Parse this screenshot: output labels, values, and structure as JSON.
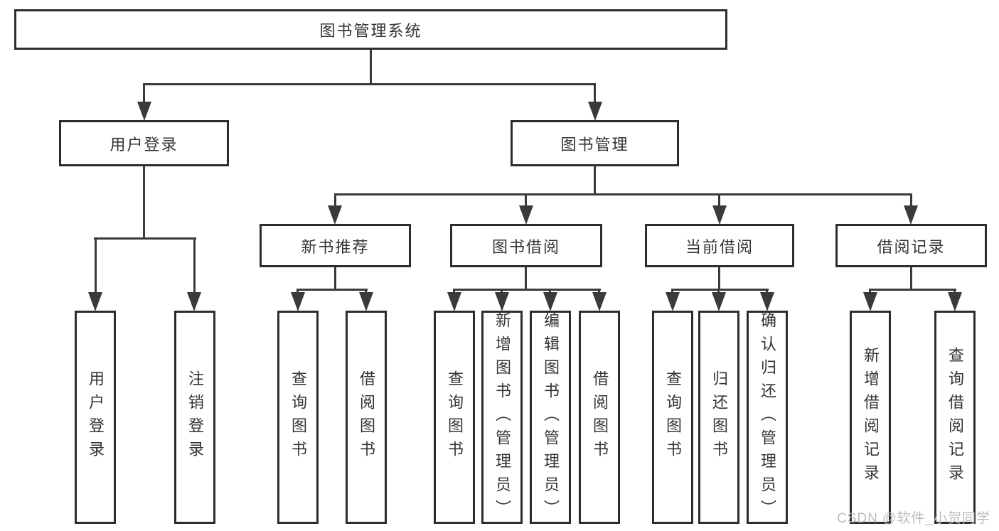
{
  "colors": {
    "line": "#3a3a3a",
    "box_border": "#2d2d2d",
    "text": "#333333",
    "watermark_text": "#bcbcbc",
    "background": "#ffffff"
  },
  "root": {
    "label": "图书管理系统"
  },
  "login": {
    "label": "用户登录",
    "children": [
      {
        "label": "用户登录"
      },
      {
        "label": "注销登录"
      }
    ]
  },
  "management": {
    "label": "图书管理",
    "sections": [
      {
        "label": "新书推荐",
        "children": [
          {
            "label": "查询图书"
          },
          {
            "label": "借阅图书"
          }
        ]
      },
      {
        "label": "图书借阅",
        "children": [
          {
            "label": "查询图书"
          },
          {
            "label": "新增图书（管理员）"
          },
          {
            "label": "编辑图书（管理员）"
          },
          {
            "label": "借阅图书"
          }
        ]
      },
      {
        "label": "当前借阅",
        "children": [
          {
            "label": "查询图书"
          },
          {
            "label": "归还图书"
          },
          {
            "label": "确认归还（管理员）"
          }
        ]
      },
      {
        "label": "借阅记录",
        "children": [
          {
            "label": "新增借阅记录"
          },
          {
            "label": "查询借阅记录"
          }
        ]
      }
    ]
  },
  "watermark": "CSDN @软件_小贺同学"
}
